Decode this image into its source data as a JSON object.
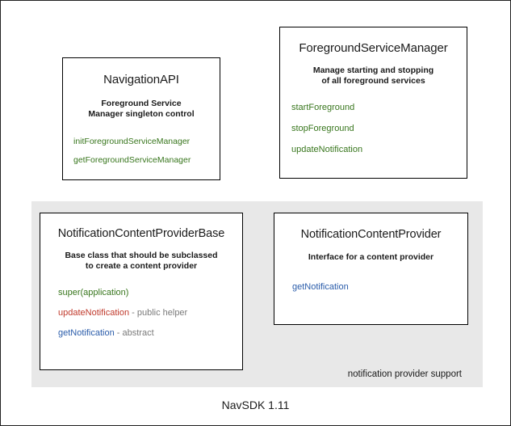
{
  "diagram": {
    "footer_caption": "NavSDK 1.11",
    "group_panel": {
      "label": "notification provider support",
      "background_color": "#e8e8e8"
    },
    "colors": {
      "green": "#38761d",
      "red": "#c0392b",
      "blue": "#2a5caa",
      "note_gray": "#7a7a7a",
      "text": "#1a1a1a",
      "border": "#000000",
      "canvas_background": "#ffffff"
    },
    "boxes": [
      {
        "title": "NavigationAPI",
        "description": "Foreground Service\nManager singleton control",
        "description_line_1": "Foreground Service",
        "description_line_2": "Manager singleton control",
        "members": [
          {
            "signature": "initForegroundServiceManager",
            "color": "green",
            "note": ""
          },
          {
            "signature": "getForegroundServiceManager",
            "color": "green",
            "note": ""
          }
        ]
      },
      {
        "title": "ForegroundServiceManager",
        "description_line_1": "Manage starting and stopping",
        "description_line_2": "of all foreground services",
        "members": [
          {
            "signature": "startForeground",
            "color": "green",
            "note": ""
          },
          {
            "signature": "stopForeground",
            "color": "green",
            "note": ""
          },
          {
            "signature": "updateNotification",
            "color": "green",
            "note": ""
          }
        ]
      },
      {
        "title": "NotificationContentProviderBase",
        "description_line_1": "Base class that should be subclassed",
        "description_line_2": "to create a content provider",
        "members": [
          {
            "signature": "super(application)",
            "color": "green",
            "note": ""
          },
          {
            "signature": "updateNotification",
            "color": "red",
            "note": " - public helper"
          },
          {
            "signature": "getNotification",
            "color": "blue",
            "note": " - abstract"
          }
        ]
      },
      {
        "title": "NotificationContentProvider",
        "description_line_1": "Interface for a content provider",
        "description_line_2": "",
        "members": [
          {
            "signature": "getNotification",
            "color": "blue",
            "note": ""
          }
        ]
      }
    ]
  }
}
